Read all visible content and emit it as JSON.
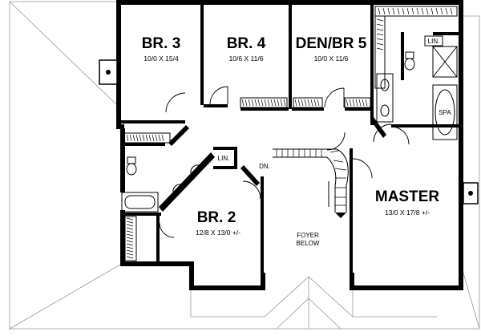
{
  "rooms": {
    "br3": {
      "name": "BR. 3",
      "dims": "10/0 X 15/4"
    },
    "br4": {
      "name": "BR. 4",
      "dims": "10/6 X 11/6"
    },
    "den": {
      "name": "DEN/BR 5",
      "dims": "10/0 X 11/6"
    },
    "br2": {
      "name": "BR. 2",
      "dims": "12/8 X 13/0 +/-"
    },
    "master": {
      "name": "MASTER",
      "dims": "13/0 X 17/8 +/-"
    }
  },
  "labels": {
    "lin_top": "LIN.",
    "lin_mid": "LIN.",
    "spa": "SPA",
    "dn": "DN.",
    "foyer_1": "FOYER",
    "foyer_2": "BELOW"
  }
}
